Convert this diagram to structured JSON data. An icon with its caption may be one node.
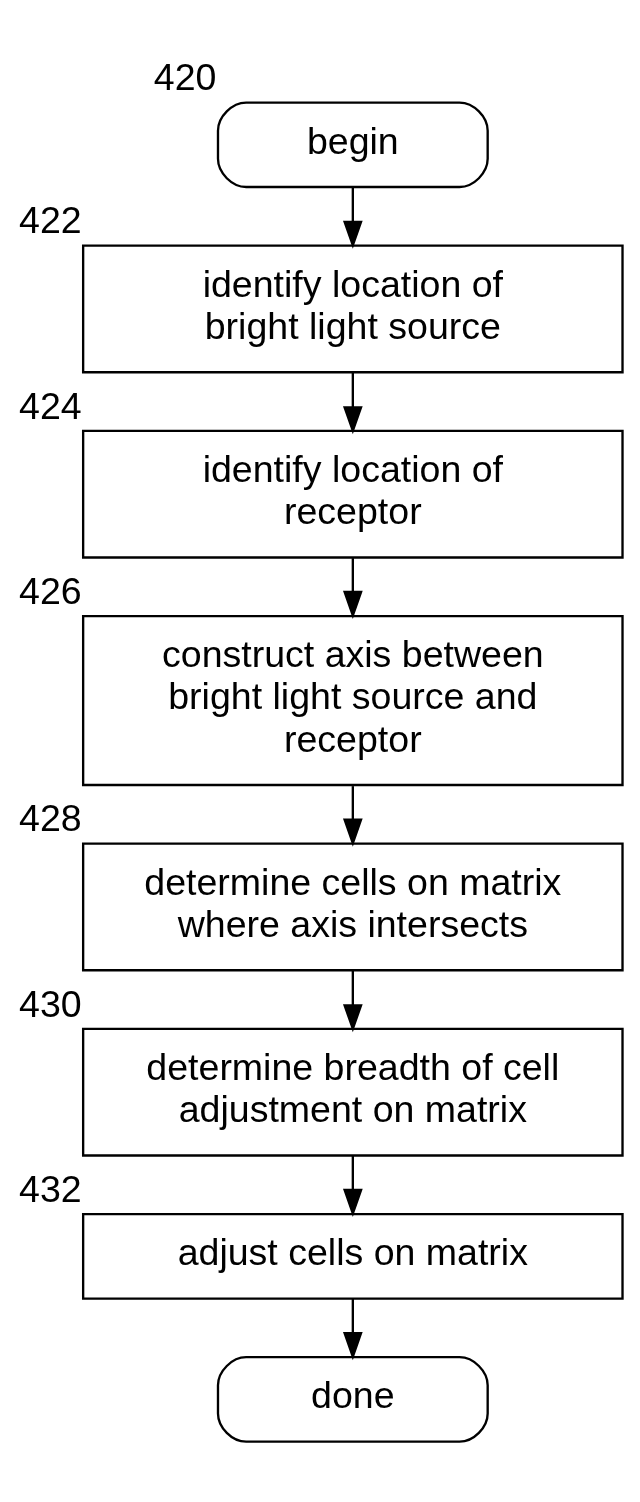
{
  "diagram": {
    "nodes": [
      {
        "text": [
          "begin"
        ],
        "beside": [
          "420"
        ]
      },
      {
        "text": [
          "identify location of bright light source"
        ],
        "beside": [
          "422"
        ]
      },
      {
        "text": [
          "identify location of receptor"
        ],
        "beside": [
          "424"
        ]
      },
      {
        "text": [
          "construct axis between bright light source and receptor"
        ],
        "beside": [
          "426"
        ]
      },
      {
        "text": [
          "determine cells on matrix where axis intersects"
        ],
        "beside": [
          "428"
        ]
      },
      {
        "text": [
          "determine breadth of cell adjustment on matrix"
        ],
        "beside": [
          "430"
        ]
      },
      {
        "text": [
          "adjust cells on matrix"
        ],
        "beside": [
          "432"
        ]
      },
      {
        "text": [
          "done"
        ]
      }
    ],
    "edges": [
      {
        "from": 0,
        "to": 1,
        "arrow": "to"
      },
      {
        "from": 1,
        "to": 2,
        "arrow": "to"
      },
      {
        "from": 2,
        "to": 3,
        "arrow": "to"
      },
      {
        "from": 3,
        "to": 4,
        "arrow": "to"
      },
      {
        "from": 4,
        "to": 5,
        "arrow": "to"
      },
      {
        "from": 5,
        "to": 6,
        "arrow": "to"
      },
      {
        "from": 6,
        "to": 7,
        "arrow": "to"
      }
    ]
  }
}
